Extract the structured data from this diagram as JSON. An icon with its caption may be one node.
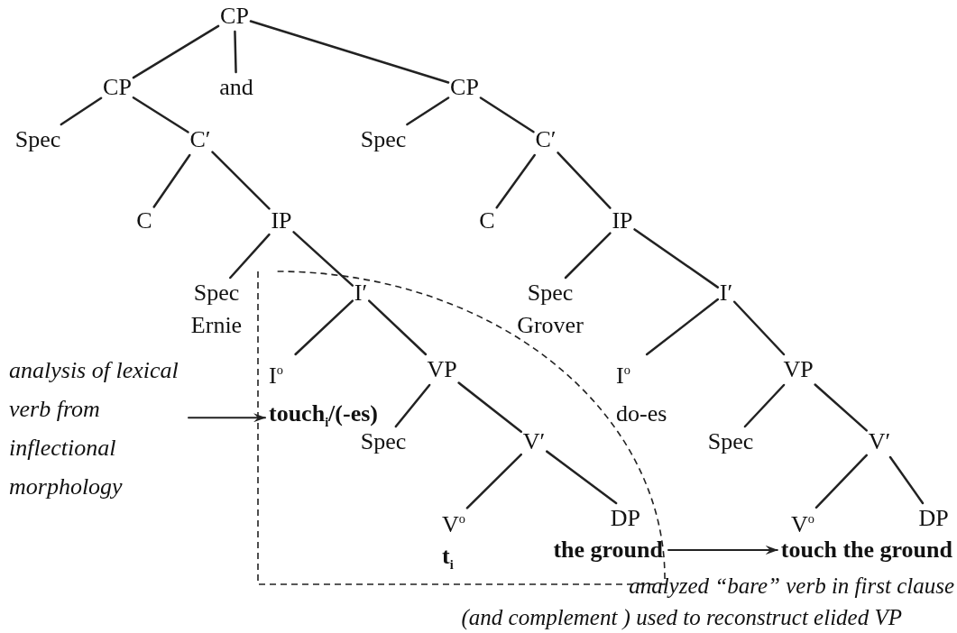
{
  "diagram": {
    "nodes": [
      {
        "text": [
          "CP"
        ]
      },
      {
        "text": [
          "CP"
        ]
      },
      {
        "text": [
          "and"
        ]
      },
      {
        "text": [
          "CP"
        ]
      },
      {
        "text": [
          "Spec"
        ]
      },
      {
        "text": [
          "C′"
        ]
      },
      {
        "text": [
          "Spec"
        ]
      },
      {
        "text": [
          "C′"
        ]
      },
      {
        "text": [
          "C"
        ]
      },
      {
        "text": [
          "IP"
        ]
      },
      {
        "text": [
          "C"
        ]
      },
      {
        "text": [
          "IP"
        ]
      },
      {
        "text": [
          "Spec",
          "Ernie"
        ]
      },
      {
        "text": [
          "I′"
        ]
      },
      {
        "text": [
          "Spec",
          "Grover"
        ]
      },
      {
        "text": [
          "I′"
        ]
      },
      {
        "text": [
          "analysis of lexical verb from inflectional morphology"
        ]
      },
      {
        "text": [
          "I$^{o}$",
          "**touch**$_{i}$/(-es)"
        ]
      },
      {
        "text": [
          "VP"
        ]
      },
      {
        "text": [
          "I$^{o}$",
          "do-es"
        ]
      },
      {
        "text": [
          "VP"
        ]
      },
      {
        "text": [
          "Spec"
        ]
      },
      {
        "text": [
          "V′"
        ]
      },
      {
        "text": [
          "Spec"
        ]
      },
      {
        "text": [
          "V′"
        ]
      },
      {
        "text": [
          "V$^{o}$",
          "t$_{i}$"
        ]
      },
      {
        "text": [
          "DP",
          "the ground"
        ]
      },
      {
        "text": [
          "V$^{o}$"
        ]
      },
      {
        "text": [
          "DP"
        ]
      },
      {
        "text": [
          "touch the ground"
        ]
      }
    ],
    "edges": [
      {
        "from": 0,
        "to": 1,
        "arrow": "none"
      },
      {
        "from": 0,
        "to": 2,
        "arrow": "none"
      },
      {
        "from": 0,
        "to": 3,
        "arrow": "none"
      },
      {
        "from": 1,
        "to": 4,
        "arrow": "none"
      },
      {
        "from": 1,
        "to": 5,
        "arrow": "none"
      },
      {
        "from": 5,
        "to": 8,
        "arrow": "none"
      },
      {
        "from": 5,
        "to": 9,
        "arrow": "none"
      },
      {
        "from": 3,
        "to": 6,
        "arrow": "none"
      },
      {
        "from": 3,
        "to": 7,
        "arrow": "none"
      },
      {
        "from": 7,
        "to": 10,
        "arrow": "none"
      },
      {
        "from": 7,
        "to": 11,
        "arrow": "none"
      },
      {
        "from": 9,
        "to": 12,
        "arrow": "none"
      },
      {
        "from": 9,
        "to": 13,
        "arrow": "none"
      },
      {
        "from": 11,
        "to": 14,
        "arrow": "none"
      },
      {
        "from": 11,
        "to": 15,
        "arrow": "none"
      },
      {
        "from": 13,
        "to": 17,
        "arrow": "none"
      },
      {
        "from": 13,
        "to": 18,
        "arrow": "none"
      },
      {
        "from": 15,
        "to": 19,
        "arrow": "none"
      },
      {
        "from": 15,
        "to": 20,
        "arrow": "none"
      },
      {
        "from": 18,
        "to": 21,
        "arrow": "none"
      },
      {
        "from": 18,
        "to": 22,
        "arrow": "none"
      },
      {
        "from": 20,
        "to": 23,
        "arrow": "none"
      },
      {
        "from": 20,
        "to": 24,
        "arrow": "none"
      },
      {
        "from": 22,
        "to": 25,
        "arrow": "none"
      },
      {
        "from": 22,
        "to": 26,
        "arrow": "none"
      },
      {
        "from": 24,
        "to": 27,
        "arrow": "none"
      },
      {
        "from": 24,
        "to": 28,
        "arrow": "none"
      },
      {
        "from": 16,
        "to": 17,
        "arrow": "to"
      },
      {
        "from": 26,
        "to": 29,
        "arrow": "to"
      }
    ],
    "labels": [
      "analyzed “bare” verb in first clause",
      "(and complement ) used to reconstruct elided VP"
    ]
  }
}
